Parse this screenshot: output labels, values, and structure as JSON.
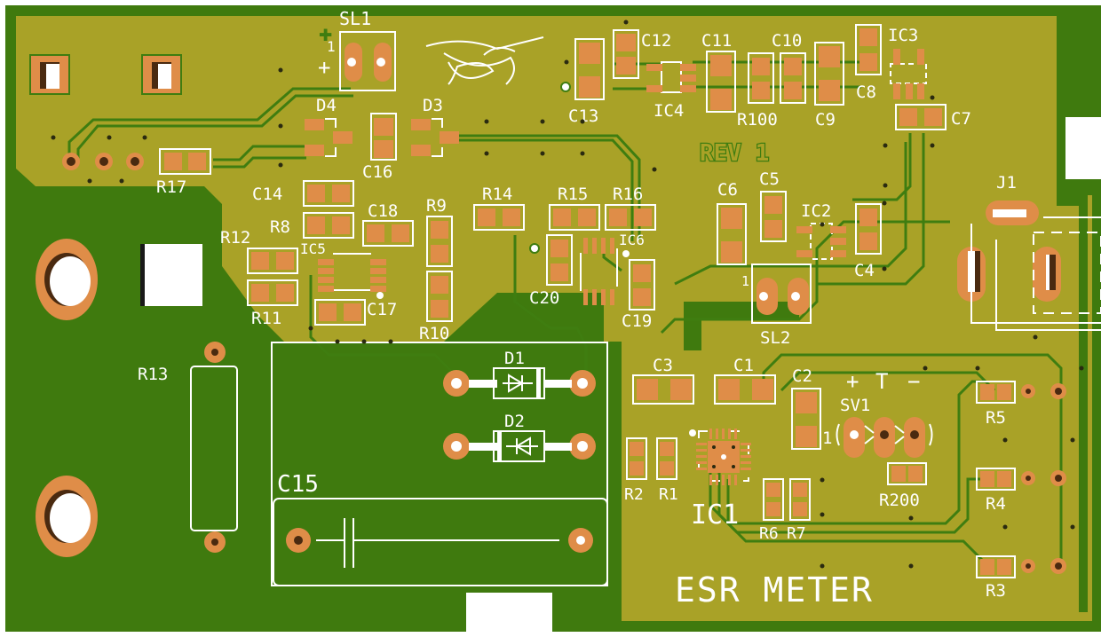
{
  "board": {
    "title": "ESR METER",
    "revision": "REV 1",
    "colors": {
      "ground_plane": "#3f7a0e",
      "copper_pour": "#a9a227",
      "pad": "#df8d48",
      "silkscreen": "#ffffff",
      "drill": "#4a2a10"
    }
  },
  "polarity_labels": {
    "sl1_plus_top": "+",
    "sl1_pin1": "1",
    "sl1_plus": "+",
    "sv1_plus": "+",
    "sv1_t": "T",
    "sv1_minus": "−",
    "sv1_pin1": "1",
    "sl2_pin1": "1"
  },
  "logo": {
    "icon": "knot-icon"
  },
  "components": {
    "SL1": "SL1",
    "SL2": "SL2",
    "SV1": "SV1",
    "J1": "J1",
    "D1": "D1",
    "D2": "D2",
    "D3": "D3",
    "D4": "D4",
    "IC1": "IC1",
    "IC2": "IC2",
    "IC3": "IC3",
    "IC4": "IC4",
    "IC5": "IC5",
    "IC6": "IC6",
    "C1": "C1",
    "C2": "C2",
    "C3": "C3",
    "C4": "C4",
    "C5": "C5",
    "C6": "C6",
    "C7": "C7",
    "C8": "C8",
    "C9": "C9",
    "C10": "C10",
    "C11": "C11",
    "C12": "C12",
    "C13": "C13",
    "C14": "C14",
    "C15": "C15",
    "C16": "C16",
    "C17": "C17",
    "C18": "C18",
    "C19": "C19",
    "C20": "C20",
    "R1": "R1",
    "R2": "R2",
    "R3": "R3",
    "R4": "R4",
    "R5": "R5",
    "R6": "R6",
    "R7": "R7",
    "R8": "R8",
    "R9": "R9",
    "R10": "R10",
    "R11": "R11",
    "R12": "R12",
    "R13": "R13",
    "R14": "R14",
    "R15": "R15",
    "R16": "R16",
    "R17": "R17",
    "R100": "R100",
    "R200": "R200"
  }
}
